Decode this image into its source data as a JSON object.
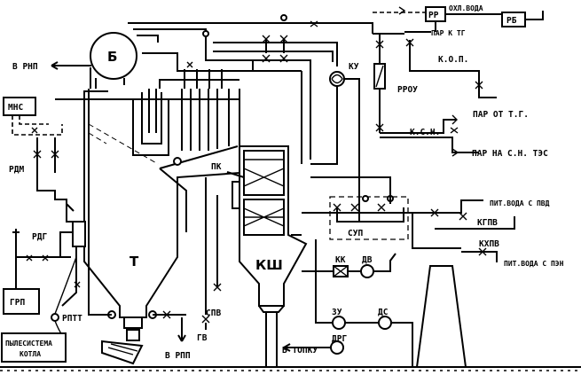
{
  "labels": {
    "drum": "Б",
    "furnace": "Т",
    "convective_shaft": "КШ",
    "to_rnp": "В РНП",
    "mns": "МНС",
    "rdm": "РДМ",
    "rdg": "РДГ",
    "grp": "ГРП",
    "rptt": "РПТТ",
    "dust_system_line1": "ПЫЛЕСИСТЕМА",
    "dust_system_line2": "КОТЛА",
    "gv": "ГВ",
    "to_rpp": "В РПП",
    "spv": "СПВ",
    "pk": "ПК",
    "ku": "КУ",
    "rr": "РР",
    "rb": "РБ",
    "cooling_water": "ОХЛ.ВОДА",
    "steam_to_tg": "ПАР К ТГ",
    "rrou": "РРОУ",
    "kop": "К.О.П.",
    "steam_from_tg": "ПАР ОТ Т.Г.",
    "ksn": "К.С.Н.",
    "steam_aux": "ПАР НА С.Н. ТЭС",
    "feedwater_pvd": "ПИТ.ВОДА С ПВД",
    "kgpv": "КГПВ",
    "kxpv": "КХПВ",
    "feedwater_pen": "ПИТ.ВОДА С ПЭН",
    "sup": "СУП",
    "kk": "КК",
    "dv": "ДВ",
    "zu": "ЗУ",
    "ds": "ДС",
    "drg": "ДРГ",
    "to_firebox": "В ТОПКУ"
  }
}
